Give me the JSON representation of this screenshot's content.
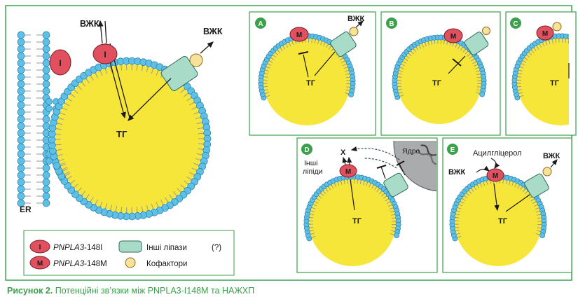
{
  "labels": {
    "ffa": "ВЖК",
    "tg": "ТГ",
    "er": "ER",
    "i": "I",
    "m": "M",
    "x": "X",
    "nucleus": "Ядро",
    "other_lipids_1": "Інші",
    "other_lipids_2": "ліпіди",
    "acylglycerol": "Ацилгліцерол"
  },
  "panels": [
    {
      "letter": "A"
    },
    {
      "letter": "B"
    },
    {
      "letter": "C"
    },
    {
      "letter": "D"
    },
    {
      "letter": "E"
    }
  ],
  "legend": {
    "i_gene": "PNPLA3",
    "i_suffix": "-148I",
    "m_gene": "PNPLA3",
    "m_suffix": "-148M",
    "other_lipases": "Інші ліпази",
    "question": "(?)",
    "cofactors": "Кофактори"
  },
  "caption": {
    "label": "Рисунок 2.",
    "text": " Потенційні зв’язки між PNPLA3-I148M та НАЖХП"
  },
  "colors": {
    "frame_green": "#3aa04a",
    "droplet_yellow": "#f7e63a",
    "bead_blue": "#5ec0e6",
    "protein_red": "#e0505e",
    "lipase_teal": "#a9dcc8",
    "cofactor_yellow": "#f7e29a",
    "nucleus_gray": "#a9abad"
  }
}
